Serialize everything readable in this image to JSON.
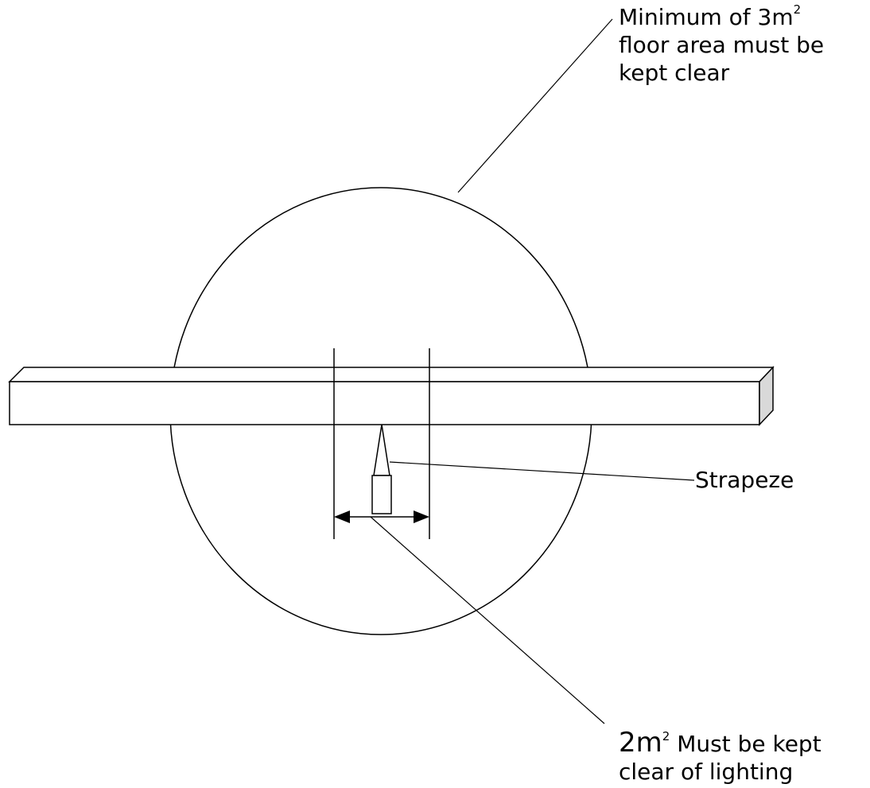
{
  "labels": {
    "floor_area": {
      "line1_prefix": "Minimum of 3m",
      "line1_sup": "2",
      "line2": "floor area must be",
      "line3": "kept clear"
    },
    "strapeze": "Strapeze",
    "lighting": {
      "line1_prefix": "2m",
      "line1_sup": "2",
      "line1_suffix": " Must be kept",
      "line2": "clear of lighting"
    }
  },
  "colors": {
    "stroke": "#000000",
    "background": "#ffffff",
    "beam_end_shade": "#d9d9d9"
  }
}
